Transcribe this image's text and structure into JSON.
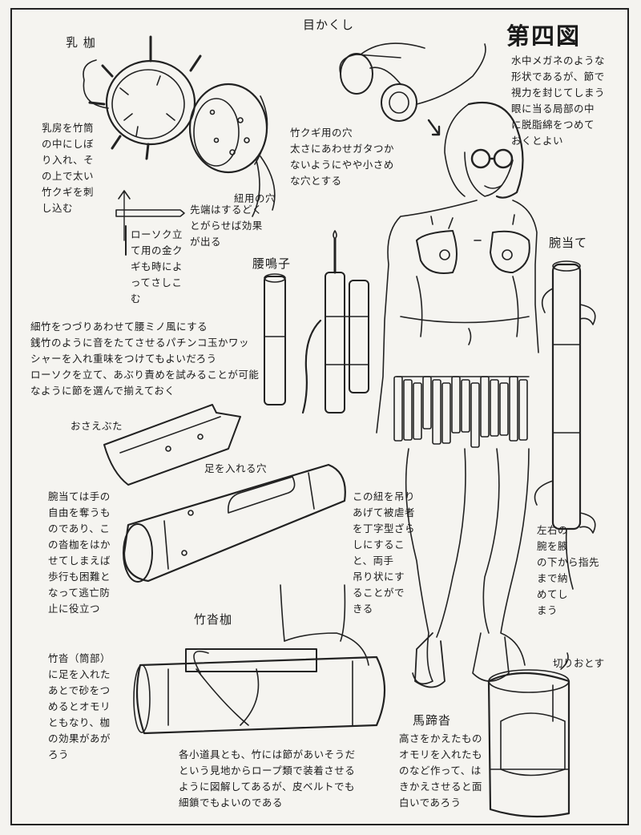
{
  "figure_title": "第四図",
  "labels": {
    "chichi_kase": "乳 枷",
    "mekakushi": "目かくし",
    "koshinariko": "腰鳴子",
    "wanate": "腕当て",
    "osaebuta": "おさえぶた",
    "ashi_hole": "足を入れる穴",
    "takegutsu_kase": "竹沓枷",
    "kiriotosu": "切りおとす",
    "bateigutsu": "馬蹄沓"
  },
  "notes": {
    "chichi": [
      "乳房を竹筒",
      "の中にしぼ",
      "り入れ、そ",
      "の上で太い",
      "竹クギを刺",
      "し込む"
    ],
    "kugi_hole": [
      "竹クギ用の穴",
      "太さにあわせガタつか",
      "ないようにやや小さめ",
      "な穴とする"
    ],
    "himo_hole": "紐用の穴",
    "sentan": [
      "先端はするどく",
      "とがらせば効果",
      "が出る"
    ],
    "rosoku_kugi": [
      "ローソク立",
      "て用の金ク",
      "ギも時によ",
      "ってさしこ",
      "む"
    ],
    "mekakushi": [
      "水中メガネのような",
      "形状であるが、節で",
      "視力を封じてしまう",
      "眼に当る局部の中",
      "に脱脂綿をつめて",
      "おくとよい"
    ],
    "koshinariko": [
      "細竹をつづりあわせて腰ミノ風にする",
      "銭竹のように音をたてさせるパチンコ玉かワッ",
      "シャーを入れ重味をつけてもよいだろう",
      "ローソクを立て、あぶり責めを試みることが可能",
      "なように節を選んで揃えておく"
    ],
    "wanate": [
      "腕当ては手の",
      "自由を奪うも",
      "のであり、こ",
      "の沓枷をはか",
      "せてしまえば",
      "歩行も困難と",
      "なって逃亡防",
      "止に役立つ"
    ],
    "himo_tsuri": [
      "この紐を吊り",
      "あげて被虐者",
      "を丁字型ざら",
      "しにするこ",
      "と、両手",
      "吊り状にす",
      "ることがで",
      "きる"
    ],
    "sayu": [
      "左右の",
      "腕を腋",
      "の下から指先",
      "まで納",
      "めてし",
      "まう"
    ],
    "takegutsu": [
      "竹沓（筒部）",
      "に足を入れた",
      "あとで砂をつ",
      "めるとオモリ",
      "ともなり、枷",
      "の効果があが",
      "ろう"
    ],
    "bottom": [
      "各小道具とも、竹には節があいそうだ",
      "という見地からロープ類で装着させる",
      "ように図解してあるが、皮ベルトでも",
      "細鎖でもよいのである"
    ],
    "batei": [
      "高さをかえたもの",
      "オモリを入れたも",
      "のなど作って、は",
      "きかえさせると面",
      "白いであろう"
    ]
  }
}
